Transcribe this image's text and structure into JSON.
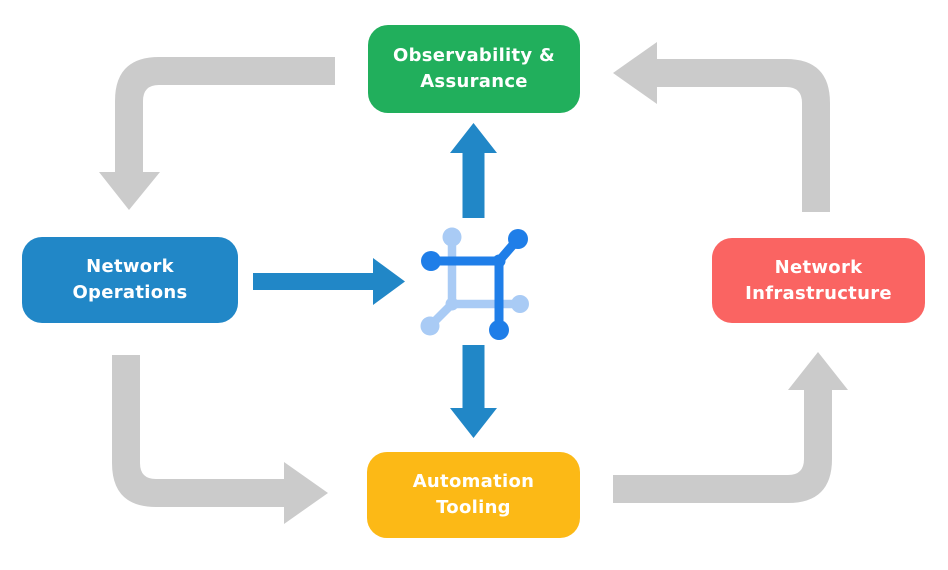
{
  "diagram": {
    "nodes": [
      {
        "id": "observability-assurance",
        "label_line1": "Observability &",
        "label_line2": "Assurance",
        "color": "#21AF5C"
      },
      {
        "id": "network-operations",
        "label_line1": "Network",
        "label_line2": "Operations",
        "color": "#2187C7"
      },
      {
        "id": "network-infrastructure",
        "label_line1": "Network",
        "label_line2": "Infrastructure",
        "color": "#FA6462"
      },
      {
        "id": "automation-tooling",
        "label_line1": "Automation",
        "label_line2": "Tooling",
        "color": "#FCB916"
      }
    ],
    "center_icon": "network-automation-mesh-icon",
    "colors": {
      "flow_arrow_gray": "#CBCBCB",
      "arrow_blue": "#2187C7",
      "icon_dark": "#1F7EE8",
      "icon_light": "#A9CBF5",
      "label_text": "#FFFFFF",
      "background": "#FFFFFF"
    }
  }
}
